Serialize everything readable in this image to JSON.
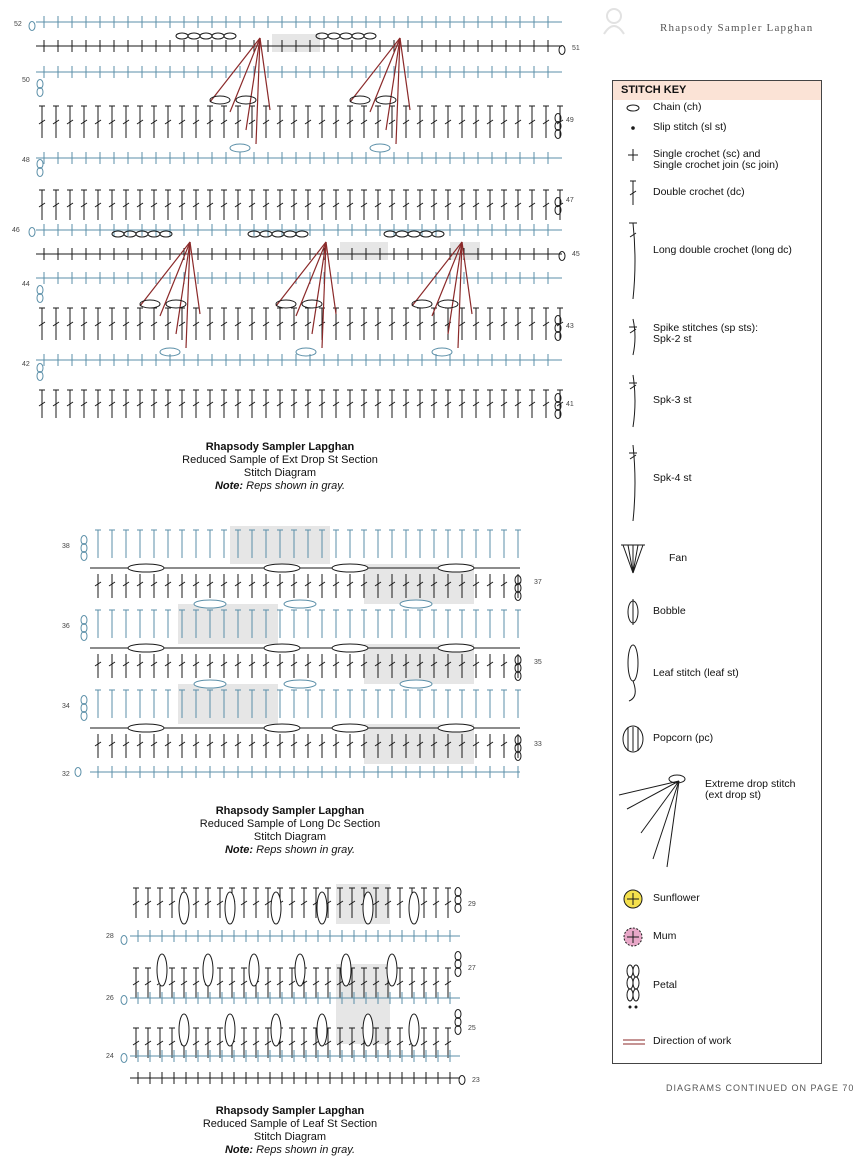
{
  "header": {
    "title": "Rhapsody Sampler Lapghan"
  },
  "footer": {
    "text": "DIAGRAMS CONTINUED ON PAGE 70"
  },
  "colors": {
    "blue": "#5b8fa8",
    "black": "#1a1a1a",
    "red": "#8b2a2a",
    "gray": "#e6e6e6",
    "key_header": "#fbe3d6",
    "sunflower": "#f4e04d",
    "mum": "#e8a8c8"
  },
  "diagrams": [
    {
      "title": "Rhapsody Sampler Lapghan",
      "subtitle": "Reduced Sample of Ext Drop St Section",
      "kind": "Stitch Diagram",
      "note_label": "Note:",
      "note_text": "Reps shown in gray.",
      "rows": [
        "52",
        "51",
        "50",
        "49",
        "48",
        "47",
        "46",
        "45",
        "44",
        "43",
        "42",
        "41"
      ]
    },
    {
      "title": "Rhapsody Sampler Lapghan",
      "subtitle": "Reduced Sample of Long Dc Section",
      "kind": "Stitch Diagram",
      "note_label": "Note:",
      "note_text": "Reps shown in gray.",
      "rows": [
        "38",
        "37",
        "36",
        "35",
        "34",
        "33",
        "32"
      ]
    },
    {
      "title": "Rhapsody Sampler Lapghan",
      "subtitle": "Reduced Sample of Leaf St Section",
      "kind": "Stitch Diagram",
      "note_label": "Note:",
      "note_text": "Reps shown in gray.",
      "rows": [
        "29",
        "28",
        "27",
        "26",
        "25",
        "24",
        "23"
      ]
    }
  ],
  "stitch_key": {
    "title": "STITCH KEY",
    "items": [
      {
        "icon": "chain-icon",
        "label": "Chain (ch)"
      },
      {
        "icon": "slip-stitch-icon",
        "label": "Slip stitch (sl st)"
      },
      {
        "icon": "single-crochet-icon",
        "label": "Single crochet (sc) and\nSingle crochet join (sc join)"
      },
      {
        "icon": "double-crochet-icon",
        "label": "Double crochet (dc)"
      },
      {
        "icon": "long-double-crochet-icon",
        "label": "Long double crochet (long dc)"
      },
      {
        "icon": "spike-2-icon",
        "label": "Spike stitches (sp sts):\nSpk-2 st"
      },
      {
        "icon": "spike-3-icon",
        "label": "Spk-3 st"
      },
      {
        "icon": "spike-4-icon",
        "label": "Spk-4 st"
      },
      {
        "icon": "fan-icon",
        "label": "Fan"
      },
      {
        "icon": "bobble-icon",
        "label": "Bobble"
      },
      {
        "icon": "leaf-stitch-icon",
        "label": "Leaf stitch (leaf st)"
      },
      {
        "icon": "popcorn-icon",
        "label": "Popcorn (pc)"
      },
      {
        "icon": "extreme-drop-stitch-icon",
        "label": "Extreme drop stitch\n(ext drop st)"
      },
      {
        "icon": "sunflower-icon",
        "label": "Sunflower"
      },
      {
        "icon": "mum-icon",
        "label": "Mum"
      },
      {
        "icon": "petal-icon",
        "label": "Petal"
      },
      {
        "icon": "direction-icon",
        "label": "Direction of work"
      }
    ]
  }
}
